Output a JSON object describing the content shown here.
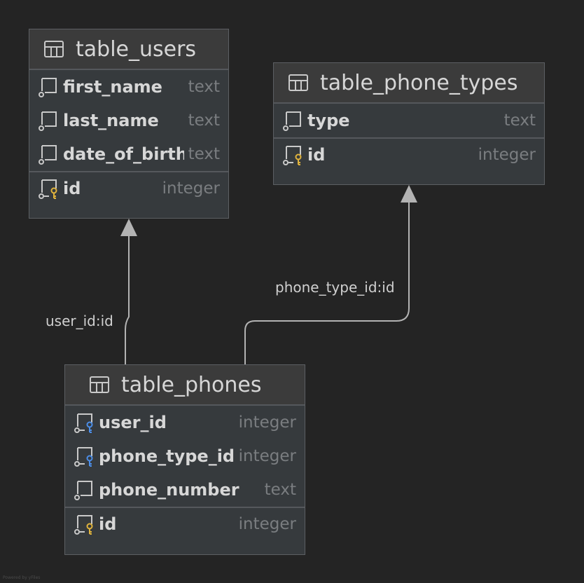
{
  "tables": {
    "users": {
      "name": "table_users",
      "columns": [
        {
          "name": "first_name",
          "type": "text"
        },
        {
          "name": "last_name",
          "type": "text"
        },
        {
          "name": "date_of_birth",
          "type": "text"
        }
      ],
      "key": {
        "name": "id",
        "type": "integer"
      }
    },
    "phone_types": {
      "name": "table_phone_types",
      "columns": [
        {
          "name": "type",
          "type": "text"
        }
      ],
      "key": {
        "name": "id",
        "type": "integer"
      }
    },
    "phones": {
      "name": "table_phones",
      "columns": [
        {
          "name": "user_id",
          "type": "integer",
          "foreign_key": true
        },
        {
          "name": "phone_type_id",
          "type": "integer",
          "foreign_key": true
        },
        {
          "name": "phone_number",
          "type": "text"
        }
      ],
      "key": {
        "name": "id",
        "type": "integer"
      }
    }
  },
  "relations": {
    "user": {
      "label": "user_id:id"
    },
    "phone_type": {
      "label": "phone_type_id:id"
    }
  },
  "footer": "Powered by yFiles",
  "colors": {
    "background": "#242424",
    "table_body": "#363a3d",
    "primary_key_icon": "#e0b33c",
    "foreign_key_icon": "#4c8ee8",
    "connector": "#b3b3b3"
  }
}
